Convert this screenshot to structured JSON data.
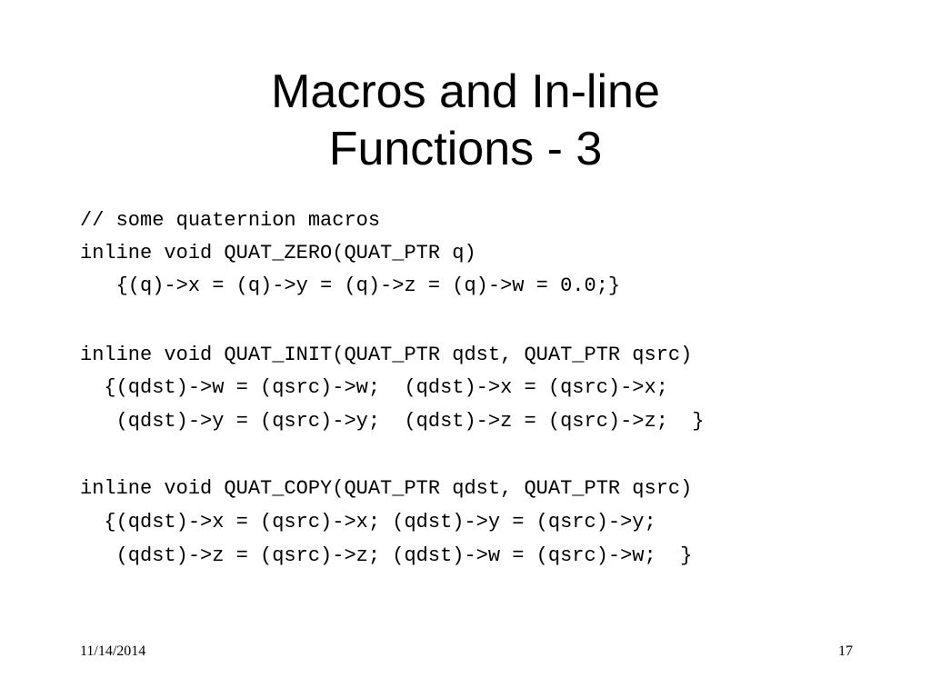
{
  "slide": {
    "title_line1": "Macros and In-line",
    "title_line2": "Functions - 3",
    "code_lines": [
      "// some quaternion macros",
      "inline void QUAT_ZERO(QUAT_PTR q)",
      "   {(q)->x = (q)->y = (q)->z = (q)->w = 0.0;}",
      "",
      "inline void QUAT_INIT(QUAT_PTR qdst, QUAT_PTR qsrc)",
      "  {(qdst)->w = (qsrc)->w;  (qdst)->x = (qsrc)->x;",
      "   (qdst)->y = (qsrc)->y;  (qdst)->z = (qsrc)->z;  }",
      "",
      "inline void QUAT_COPY(QUAT_PTR qdst, QUAT_PTR qsrc)",
      "  {(qdst)->x = (qsrc)->x; (qdst)->y = (qsrc)->y;",
      "   (qdst)->z = (qsrc)->z; (qdst)->w = (qsrc)->w;  }"
    ],
    "footer_date": "11/14/2014",
    "footer_page": "17"
  }
}
